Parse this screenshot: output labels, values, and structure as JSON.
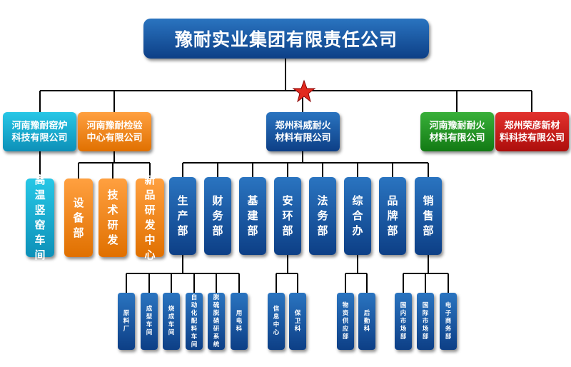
{
  "org": {
    "top": "豫耐实业集团有限责任公司",
    "subsidiaries": [
      {
        "name": "河南豫耐窑炉\n科技有限公司",
        "color": "#1aa8d2"
      },
      {
        "name": "河南豫耐检验\n中心有限公司",
        "color": "#f08a1e"
      },
      {
        "name": "郑州科威耐火\n材料有限公司",
        "color": "#1b5aa6"
      },
      {
        "name": "河南豫耐耐火\n材料有限公司",
        "color": "#2a9a2a"
      },
      {
        "name": "郑州荣彦新材\n料科技有限公司",
        "color": "#cc1d1b"
      }
    ],
    "kiln_depts": [
      "高温竖窑车间"
    ],
    "inspection_depts": [
      "设备部",
      "技术研发",
      "新品研发中心"
    ],
    "kewei_depts": [
      "生产部",
      "财务部",
      "基建部",
      "安环部",
      "法务部",
      "综合办",
      "品牌部",
      "销售部"
    ],
    "production_units": [
      "原料厂",
      "成型车间",
      "烧成车间",
      "自动化配料车间",
      "脱硫脱硝研系统",
      "用电科"
    ],
    "safety_units": [
      "信息中心",
      "保卫科"
    ],
    "general_units": [
      "物资供应部",
      "后勤科"
    ],
    "sales_units": [
      "国内市场部",
      "国际市场部",
      "电子商务部"
    ]
  }
}
